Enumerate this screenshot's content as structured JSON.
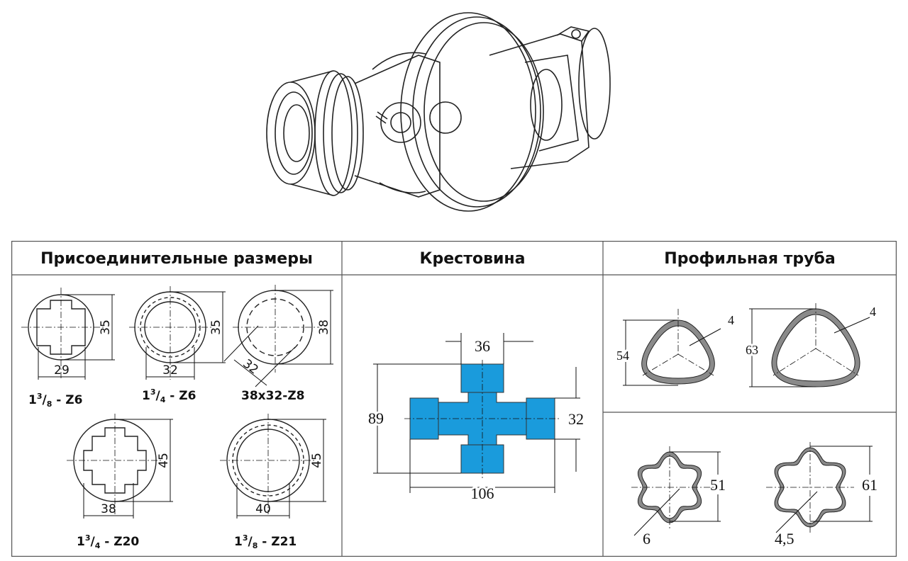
{
  "table": {
    "headers": [
      "Присоединительные размеры",
      "Крестовина",
      "Профильная труба"
    ]
  },
  "splines": [
    {
      "caption_main": "1",
      "caption_sup": "3",
      "caption_sub": "8",
      "caption_suffix": " - Z6",
      "dim_width": "29",
      "dim_height": "35"
    },
    {
      "caption_main": "1",
      "caption_sup": "3",
      "caption_sub": "4",
      "caption_suffix": " - Z6",
      "dim_width": "32",
      "dim_height": "35"
    },
    {
      "caption_full": "38x32-Z8",
      "dim_width": "32",
      "dim_height": "38"
    },
    {
      "caption_main": "1",
      "caption_sup": "3",
      "caption_sub": "4",
      "caption_suffix": " - Z20",
      "dim_width": "38",
      "dim_height": "45"
    },
    {
      "caption_main": "1",
      "caption_sup": "3",
      "caption_sub": "8",
      "caption_suffix": " - Z21",
      "dim_width": "40",
      "dim_height": "45"
    }
  ],
  "cross": {
    "dim_top": "36",
    "dim_left": "89",
    "dim_right": "32",
    "dim_bottom": "106",
    "fill_color": "#1a9bdc"
  },
  "tubes": {
    "triangle_small": {
      "height": "54",
      "wall": "4"
    },
    "triangle_large": {
      "height": "63",
      "wall": "4"
    },
    "star_small": {
      "height": "51",
      "wall": "6"
    },
    "star_large": {
      "height": "61",
      "wall": "4,5"
    }
  }
}
